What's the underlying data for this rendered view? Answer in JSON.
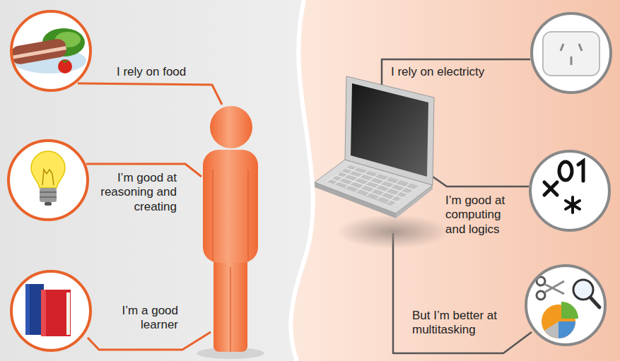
{
  "diagram": {
    "labels": [
      "I rely on food",
      "I’m good at reasoning and creating",
      "I’m a good learner",
      "I rely on electricty",
      "I’m good at computing and logics",
      "But I’m better at multitasking"
    ]
  }
}
